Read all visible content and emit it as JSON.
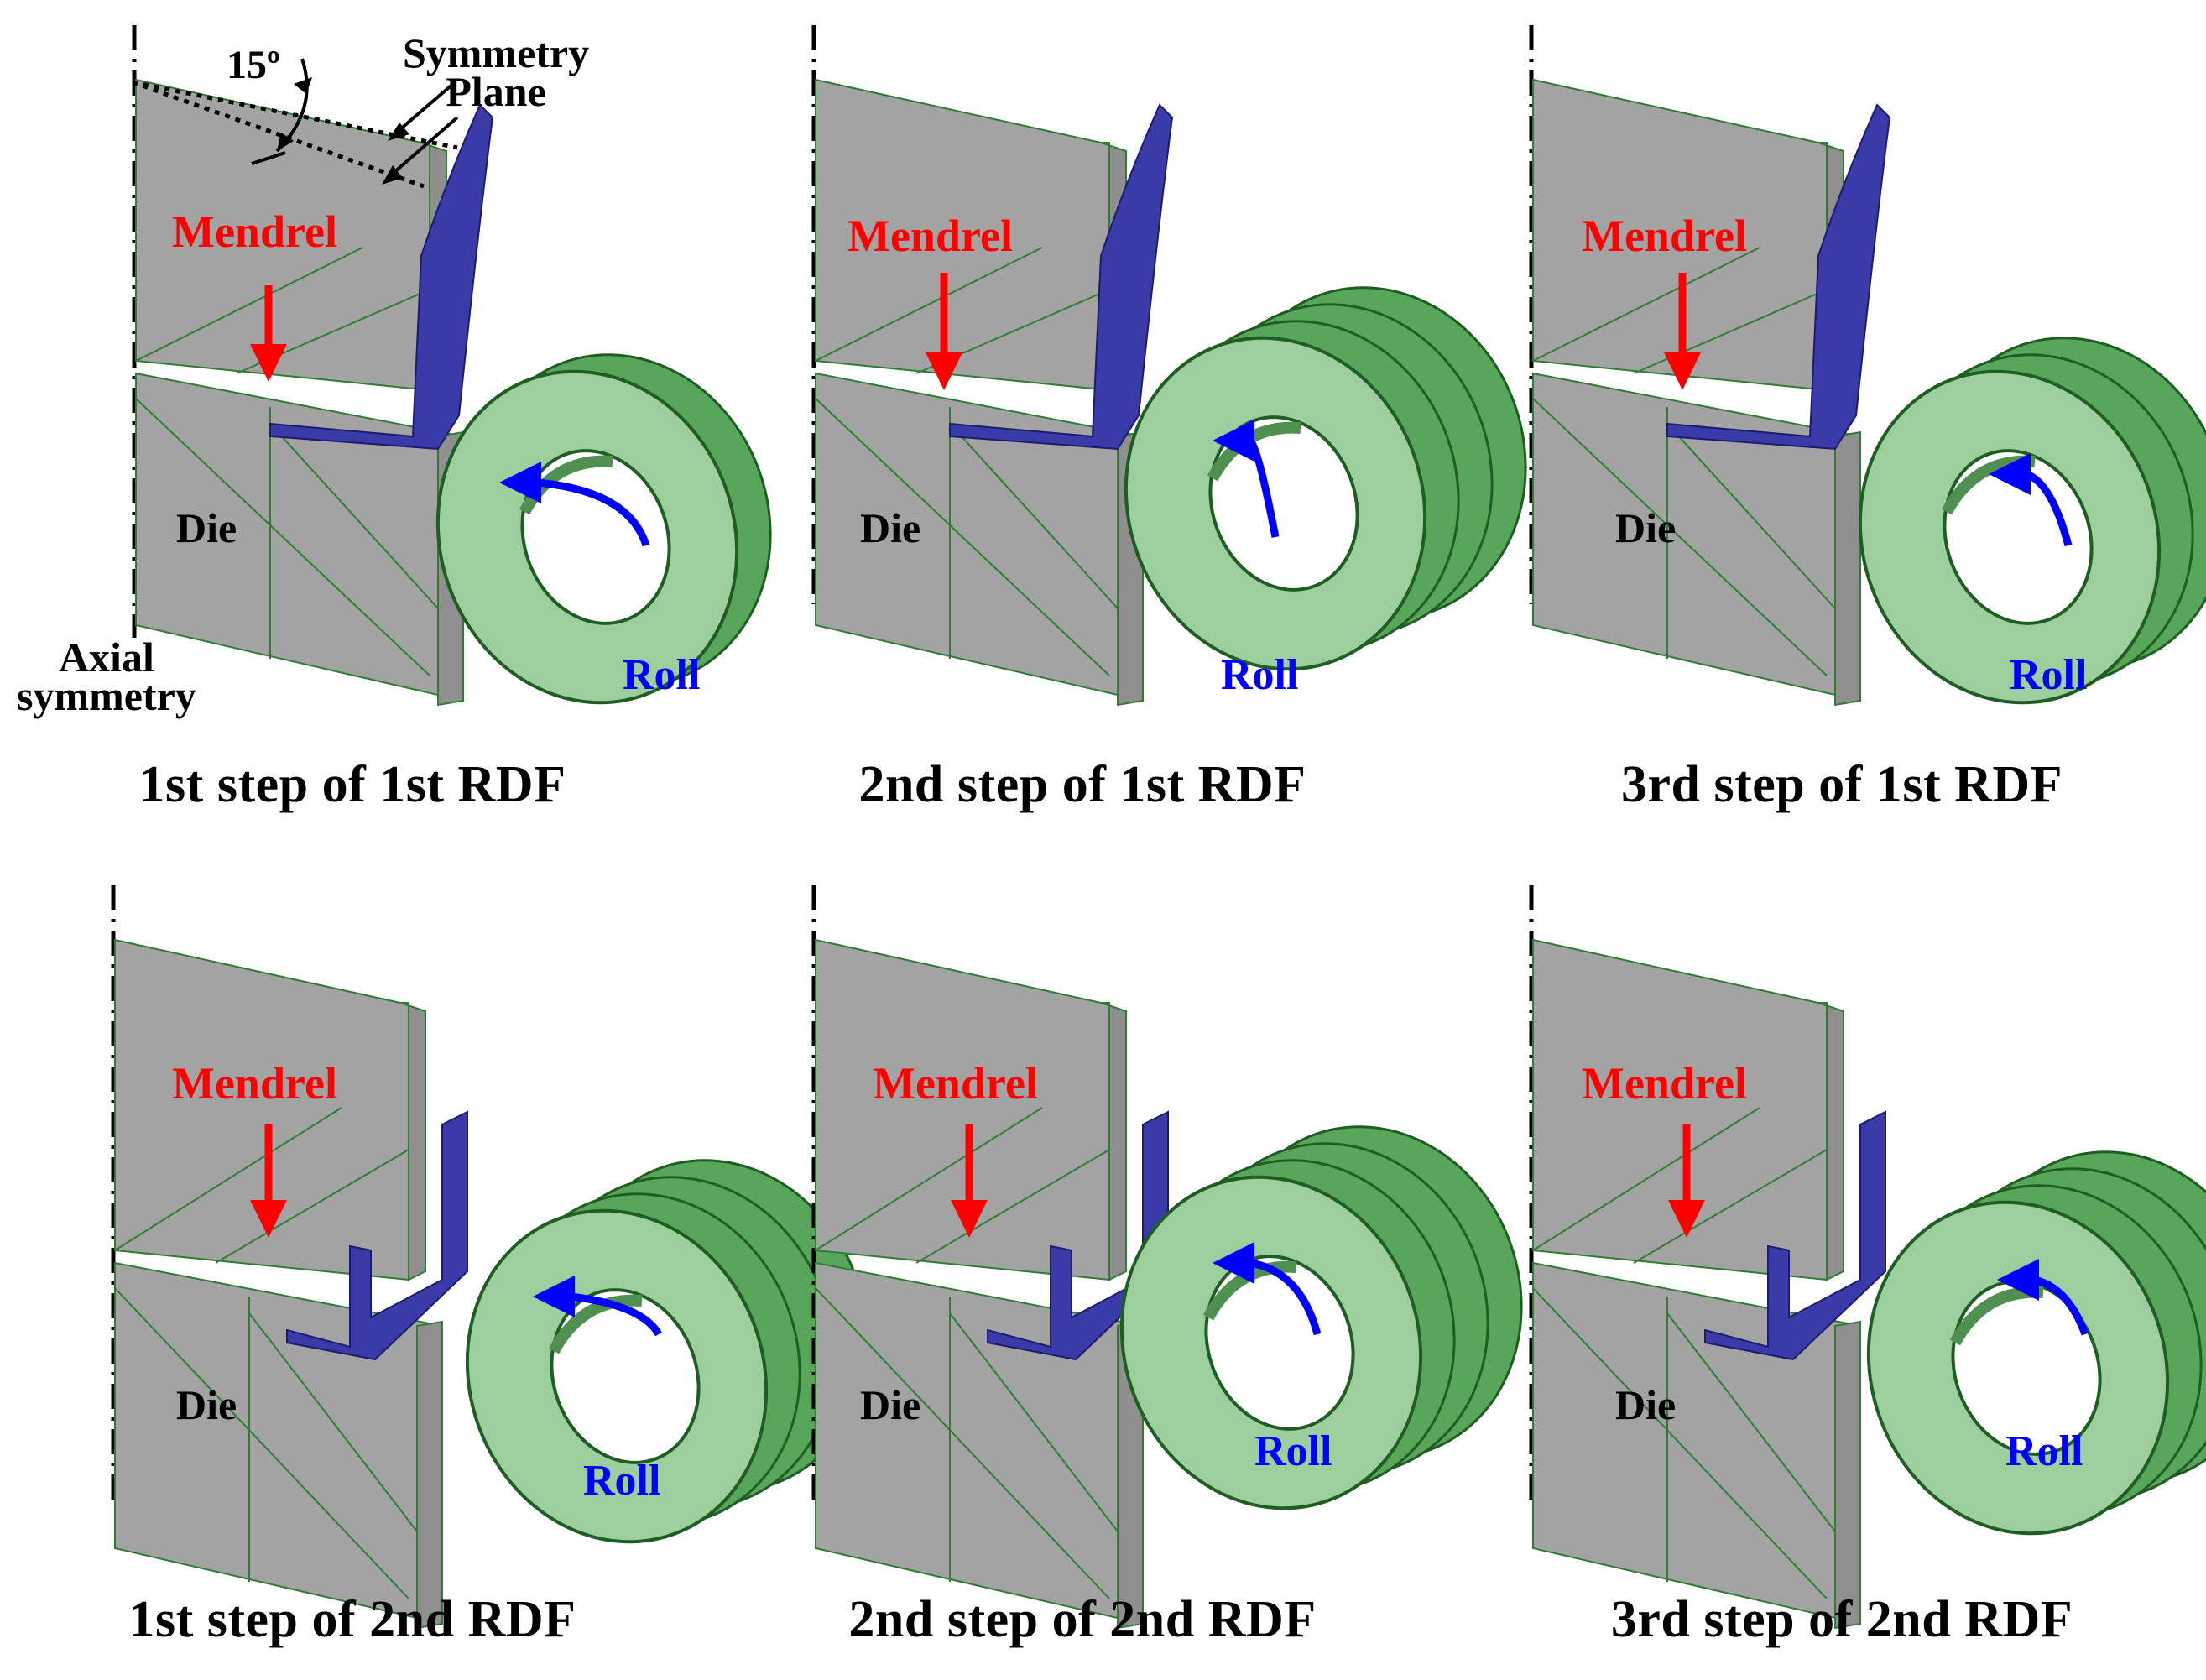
{
  "annotations": {
    "angle": "15º",
    "symmetry_plane": [
      "Symmetry",
      "Plane"
    ],
    "axial_symmetry": [
      "Axial",
      "symmetry"
    ]
  },
  "labels": {
    "mandrel": "Mendrel",
    "die": "Die",
    "roll": "Roll"
  },
  "colors": {
    "body": "#a3a3a3",
    "mesh": "#2e7d32",
    "roll_fill": "#58a65a",
    "workpiece": "#3a3aa8",
    "mandrel_arrow": "#ff0000",
    "roll_arrow": "#0000ff"
  },
  "panels": [
    {
      "caption": "1st step of 1st RDF"
    },
    {
      "caption": "2nd step of 1st RDF"
    },
    {
      "caption": "3rd step of 1st RDF"
    },
    {
      "caption": "1st step of 2nd RDF"
    },
    {
      "caption": "2nd step of 2nd RDF"
    },
    {
      "caption": "3rd step of 2nd RDF"
    }
  ]
}
